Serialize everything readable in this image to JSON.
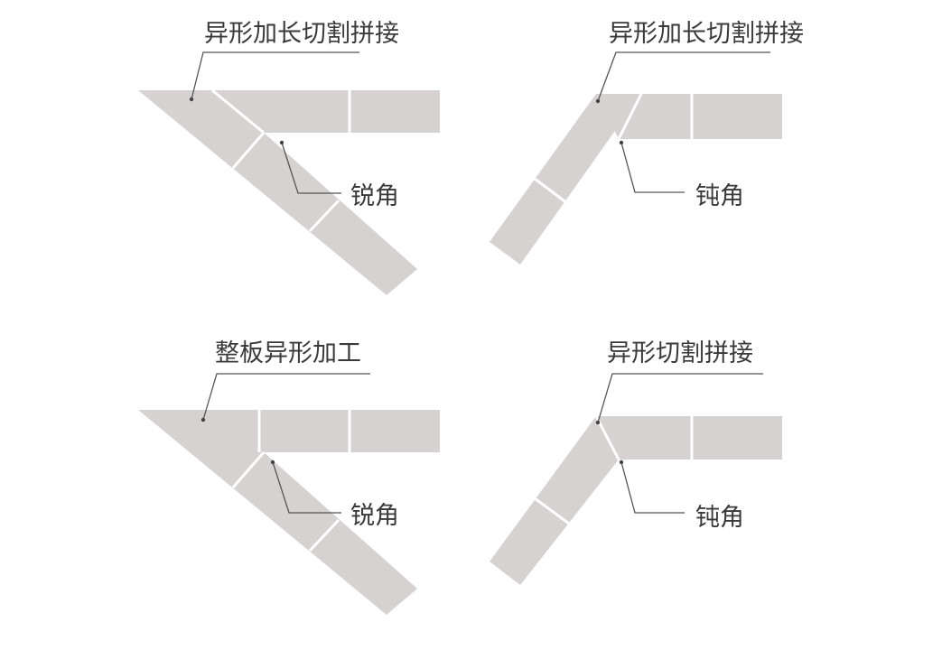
{
  "colors": {
    "tile": "#d5d2d1",
    "seam": "#ffffff",
    "leader": "#555555",
    "text": "#3a3a3a"
  },
  "panels": [
    {
      "top_label": "异形加长切割拼接",
      "angle_label": "锐角"
    },
    {
      "top_label": "异形加长切割拼接",
      "angle_label": "钝角"
    },
    {
      "top_label": "整板异形加工",
      "angle_label": "锐角"
    },
    {
      "top_label": "异形切割拼接",
      "angle_label": "钝角"
    }
  ]
}
